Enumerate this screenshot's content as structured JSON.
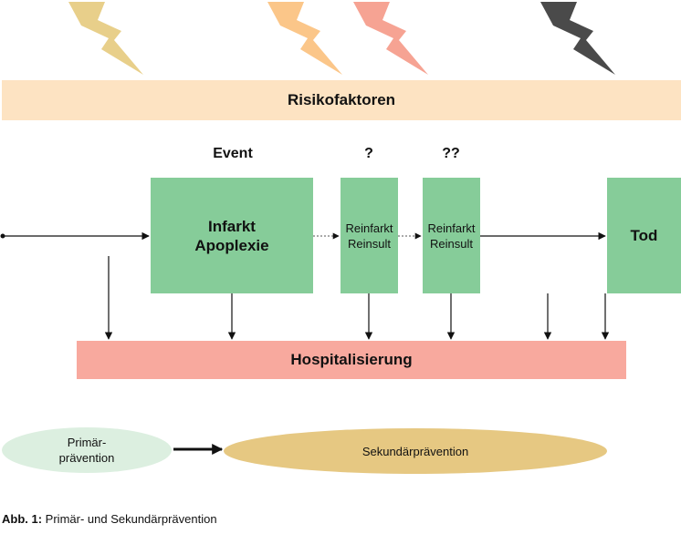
{
  "risk_band": {
    "label": "Risikofaktoren"
  },
  "timeline": {
    "headers": {
      "event": "Event",
      "q1": "?",
      "q2": "??"
    },
    "boxes": {
      "infarkt": {
        "line1": "Infarkt",
        "line2": "Apoplexie"
      },
      "reevent1": {
        "line1": "Reinfarkt",
        "line2": "Reinsult"
      },
      "reevent2": {
        "line1": "Reinfarkt",
        "line2": "Reinsult"
      },
      "tod": {
        "label": "Tod"
      }
    }
  },
  "hosp_band": {
    "label": "Hospitalisierung"
  },
  "prevention": {
    "primary": {
      "line1": "Primär-",
      "line2": "prävention"
    },
    "secondary": "Sekundärprävention"
  },
  "caption": {
    "prefix": "Abb. 1:",
    "text": " Primär- und Sekundärprävention"
  },
  "colors": {
    "risk_band": "#fde3c2",
    "hosp_band": "#f8a99e",
    "box_green": "#86cc99",
    "primary_ellipse": "#dcefe0",
    "secondary_ellipse": "#e6c882",
    "bolts": [
      "#e8cf8a",
      "#fbc689",
      "#f6a393",
      "#4a4a4a"
    ]
  },
  "icons": [
    "lightning-bolt-icon"
  ]
}
